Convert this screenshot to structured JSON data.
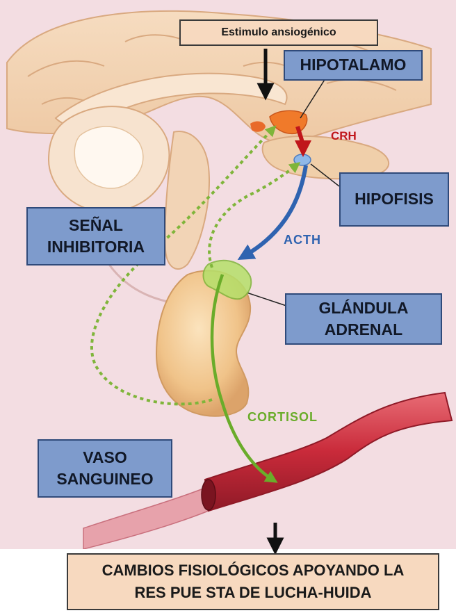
{
  "colors": {
    "background": "#f3dde2",
    "brain_tan": "#f0cfaa",
    "label_box_fill": "#7e9bcc",
    "label_box_border": "#2f4a7a",
    "header_box_fill": "#f7d9bf",
    "crh_red": "#c0161b",
    "acth_blue": "#2f63b0",
    "cortisol_green": "#6aac2a",
    "inhibitory_green": "#7fb53a",
    "vessel_red": "#c92a3a",
    "adrenal_orange": "#f0c389"
  },
  "icons": {
    "down_arrow": "down-arrow-icon"
  },
  "diagram": {
    "stimulus_label": "Estimulo ansiogénico",
    "hypothalamus_label": "HIPOTALAMO",
    "crh_label": "CRH",
    "pituitary_label": "HIPOFISIS",
    "inhibitory_signal_label": "SEÑAL\nINHIBITORIA",
    "acth_label": "ACTH",
    "adrenal_gland_label": "GLÁNDULA\nADRENAL",
    "cortisol_label": "CORTISOL",
    "blood_vessel_label": "VASO\nSANGUINEO",
    "outcome_label": "CAMBIOS FISIOLÓGICOS APOYANDO LA\nRES PUE STA DE LUCHA-HUIDA"
  }
}
